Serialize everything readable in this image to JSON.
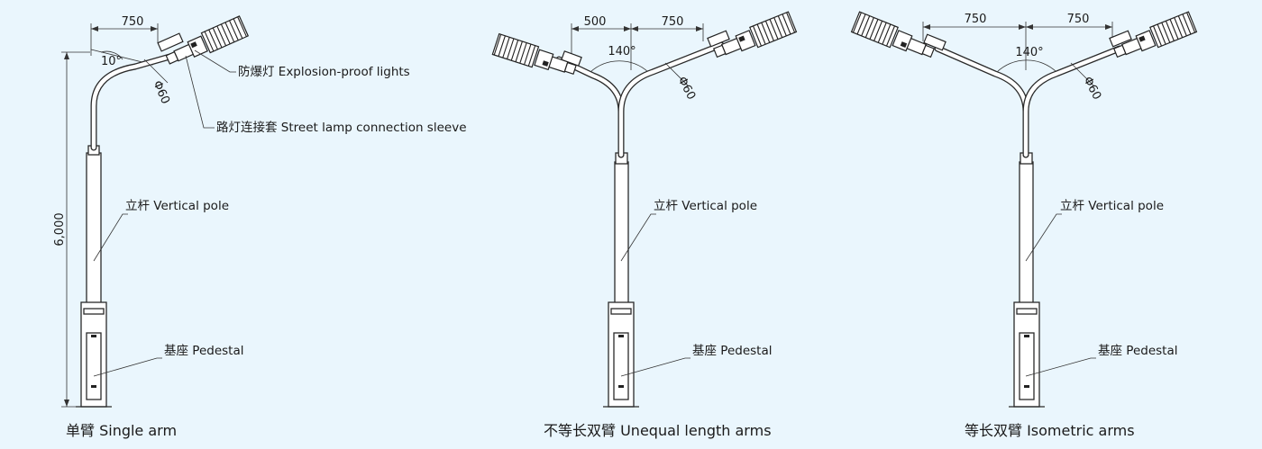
{
  "labels": {
    "explosion_proof_lights": "防爆灯 Explosion-proof lights",
    "connection_sleeve": "路灯连接套 Street lamp connection sleeve",
    "vertical_pole": "立杆 Vertical pole",
    "pedestal": "基座 Pedestal"
  },
  "dimensions": {
    "arm_750": "750",
    "arm_500": "500",
    "angle_10": "10°",
    "angle_140": "140°",
    "diameter": "Φ60",
    "height": "6,000"
  },
  "captions": {
    "single": "单臂 Single arm",
    "unequal": "不等长双臂 Unequal length arms",
    "isometric": "等长双臂 Isometric arms"
  },
  "colors": {
    "background": "#eaf6fd",
    "line": "#2a2a2a"
  }
}
